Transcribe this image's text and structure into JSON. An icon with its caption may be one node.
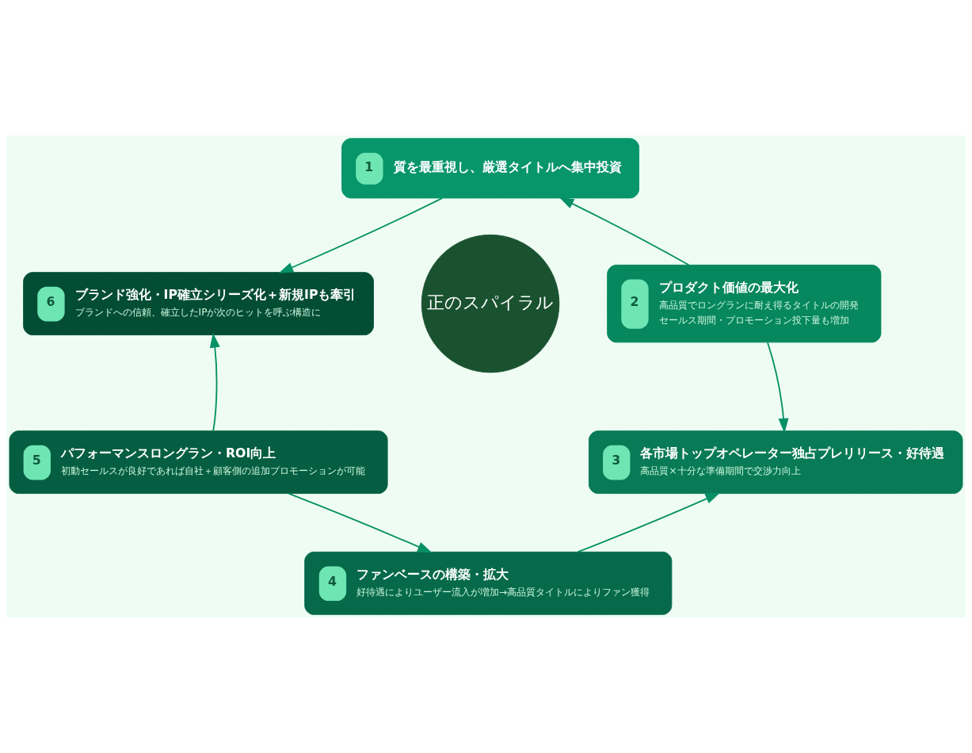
{
  "diagram": {
    "nodes": [
      {
        "text": [
          "1",
          "質を最重視し、厳選タイトルへ集中投資"
        ]
      },
      {
        "text": [
          "2",
          "プロダクト価値の最大化",
          "高品質でロングランに耐え得るタイトルの開発",
          "セールス期間・プロモーション投下量も増加"
        ]
      },
      {
        "text": [
          "3",
          "各市場トップオペレーター独占プレリリース・好待遇",
          "高品質×十分な準備期間で交渉力向上"
        ]
      },
      {
        "text": [
          "4",
          "ファンベースの構築・拡大",
          "好待遇によりユーザー流入が増加→高品質タイトルによりファン獲得"
        ]
      },
      {
        "text": [
          "5",
          "パフォーマンスロングラン・ROI向上",
          "初動セールスが良好であれば自社＋顧客側の追加プロモーションが可能"
        ]
      },
      {
        "text": [
          "6",
          "ブランド強化・IP確立シリーズ化＋新規IPも牽引",
          "ブランドへの信頼、確立したIPが次のヒットを呼ぶ構造に"
        ]
      },
      {
        "text": [
          "正のスパイラル"
        ]
      }
    ],
    "edges": [
      {
        "from": 0,
        "to": 5,
        "arrow": "to"
      },
      {
        "from": 1,
        "to": 0,
        "arrow": "to"
      },
      {
        "from": 1,
        "to": 2,
        "arrow": "to"
      },
      {
        "from": 3,
        "to": 2,
        "arrow": "to"
      },
      {
        "from": 4,
        "to": 3,
        "arrow": "to"
      },
      {
        "from": 4,
        "to": 5,
        "arrow": "to"
      }
    ]
  }
}
